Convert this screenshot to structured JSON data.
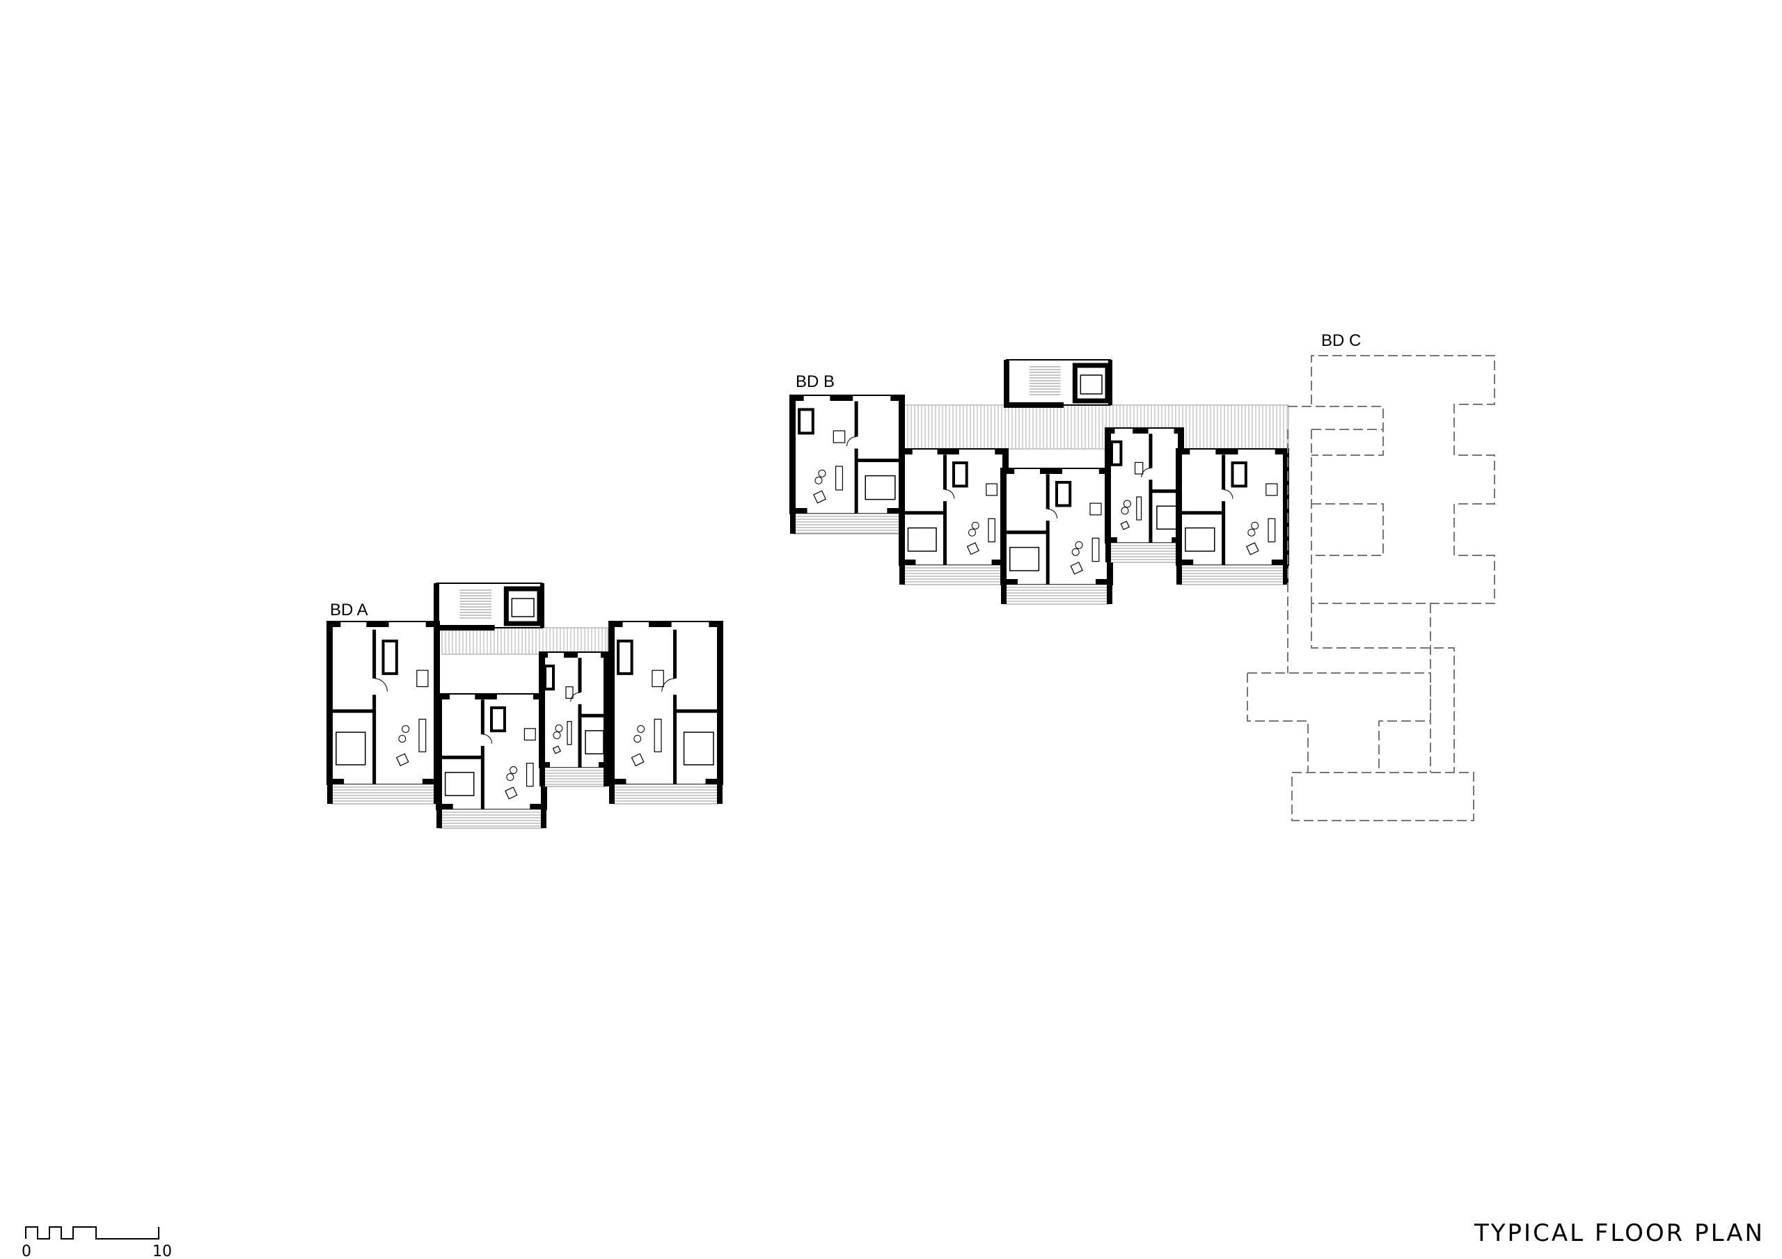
{
  "drawing": {
    "title": "TYPICAL FLOOR PLAN",
    "buildings": [
      {
        "label": "BD A",
        "style": "solid"
      },
      {
        "label": "BD B",
        "style": "solid"
      },
      {
        "label": "BD C",
        "style": "dashed-outline"
      }
    ],
    "scale_bar": {
      "start_label": "0",
      "end_label": "10"
    },
    "colors": {
      "wall": "#000000",
      "hatch": "#9a9a9a",
      "outline_dashed": "#777777"
    }
  }
}
